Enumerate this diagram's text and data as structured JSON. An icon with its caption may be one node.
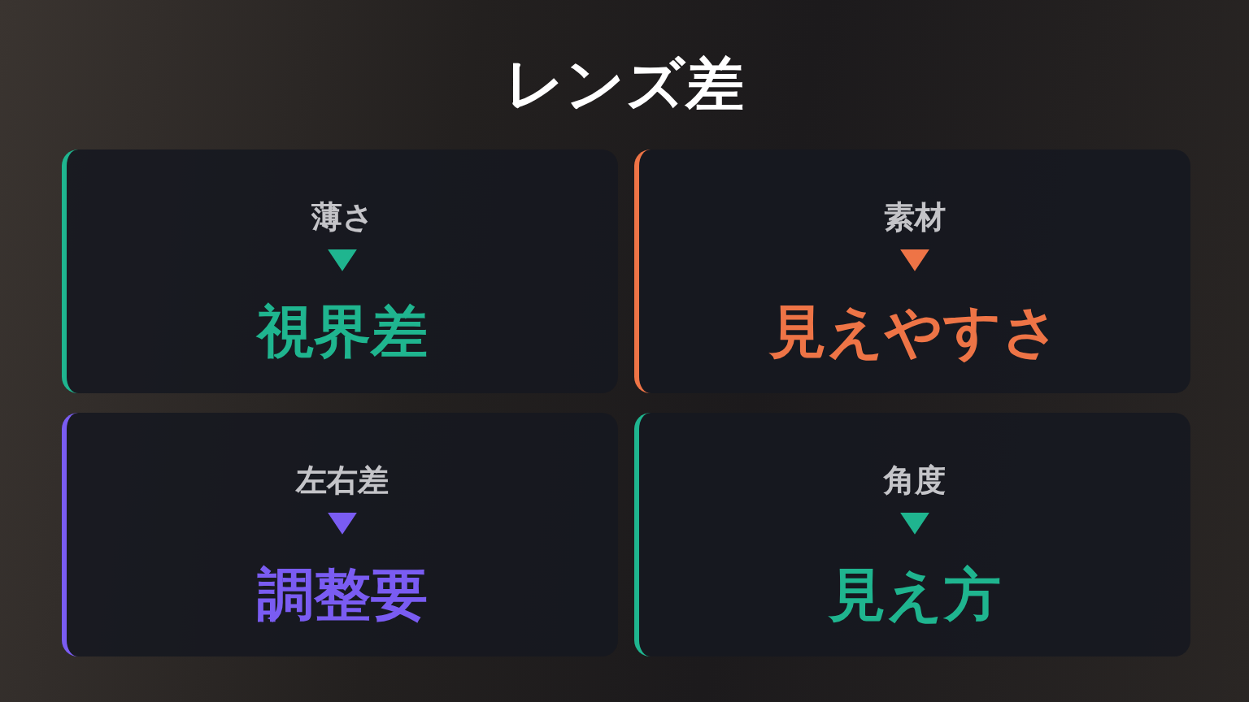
{
  "diagram": {
    "title": "レンズ差",
    "nodes": [
      {
        "text": [],
        "shape": "box"
      },
      {
        "text": [
          "薄さ"
        ],
        "in": 0
      },
      {
        "text": [
          "視界差"
        ],
        "in": 0
      },
      {
        "text": [],
        "shape": "box"
      },
      {
        "text": [
          "素材"
        ],
        "in": 3
      },
      {
        "text": [
          "見えやすさ"
        ],
        "in": 3
      },
      {
        "text": [],
        "shape": "box"
      },
      {
        "text": [
          "左右差"
        ],
        "in": 6
      },
      {
        "text": [
          "調整要"
        ],
        "in": 6
      },
      {
        "text": [],
        "shape": "box"
      },
      {
        "text": [
          "角度"
        ],
        "in": 9
      },
      {
        "text": [
          "見え方"
        ],
        "in": 9
      }
    ],
    "edges": [
      {
        "from": 1,
        "to": 2,
        "arrow": "to"
      },
      {
        "from": 4,
        "to": 5,
        "arrow": "to",
        "color": "#ee7446"
      },
      {
        "from": 7,
        "to": 8,
        "arrow": "to",
        "color": "#7a5cf2"
      },
      {
        "from": 10,
        "to": 11,
        "arrow": "to"
      }
    ]
  }
}
